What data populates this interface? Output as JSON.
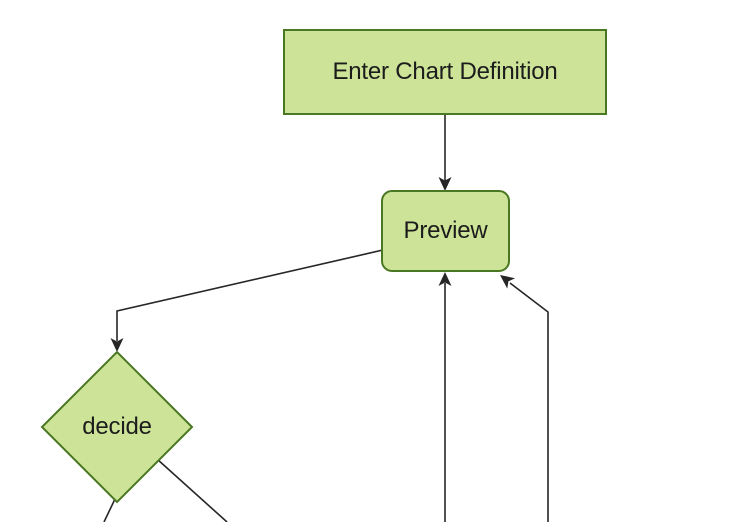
{
  "diagram": {
    "type": "flowchart",
    "nodes": [
      {
        "id": "enter-chart-definition",
        "label": "Enter Chart Definition",
        "shape": "rectangle"
      },
      {
        "id": "preview",
        "label": "Preview",
        "shape": "rounded-rectangle"
      },
      {
        "id": "decide",
        "label": "decide",
        "shape": "diamond"
      }
    ],
    "edges": [
      {
        "id": "enter-to-preview",
        "from": "enter-chart-definition",
        "to": "preview",
        "arrowhead": "into preview top"
      },
      {
        "id": "preview-to-decide",
        "from": "preview",
        "to": "decide",
        "arrowhead": "into decide top"
      },
      {
        "id": "offscreen-to-preview-bottom",
        "from": "offscreen-bottom",
        "to": "preview",
        "arrowhead": "into preview bottom"
      },
      {
        "id": "offscreen-to-preview-corner",
        "from": "offscreen-bottom",
        "to": "preview",
        "arrowhead": "into preview bottom-right corner"
      },
      {
        "id": "decide-to-offscreen-left",
        "from": "decide",
        "to": "offscreen-bottom",
        "arrowhead": "none visible"
      },
      {
        "id": "decide-to-offscreen-right",
        "from": "decide",
        "to": "offscreen-bottom",
        "arrowhead": "none visible"
      }
    ]
  },
  "colors": {
    "background": "#ffffff",
    "node_fill": "#cde498",
    "node_stroke": "#4a7722",
    "edge_stroke": "#262626",
    "label_text": "#1c1c1c"
  }
}
